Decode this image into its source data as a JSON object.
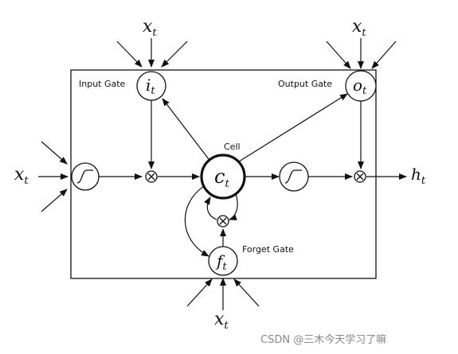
{
  "diagram": {
    "labels": {
      "input_gate": "Input Gate",
      "output_gate": "Output Gate",
      "cell": "Cell",
      "forget_gate": "Forget Gate"
    },
    "symbols": {
      "x_var": "x",
      "t_sub": "t",
      "i_var": "i",
      "o_var": "o",
      "c_var": "c",
      "f_var": "f",
      "h_var": "h"
    },
    "watermark": "CSDN @三木今天学习了嘛"
  }
}
